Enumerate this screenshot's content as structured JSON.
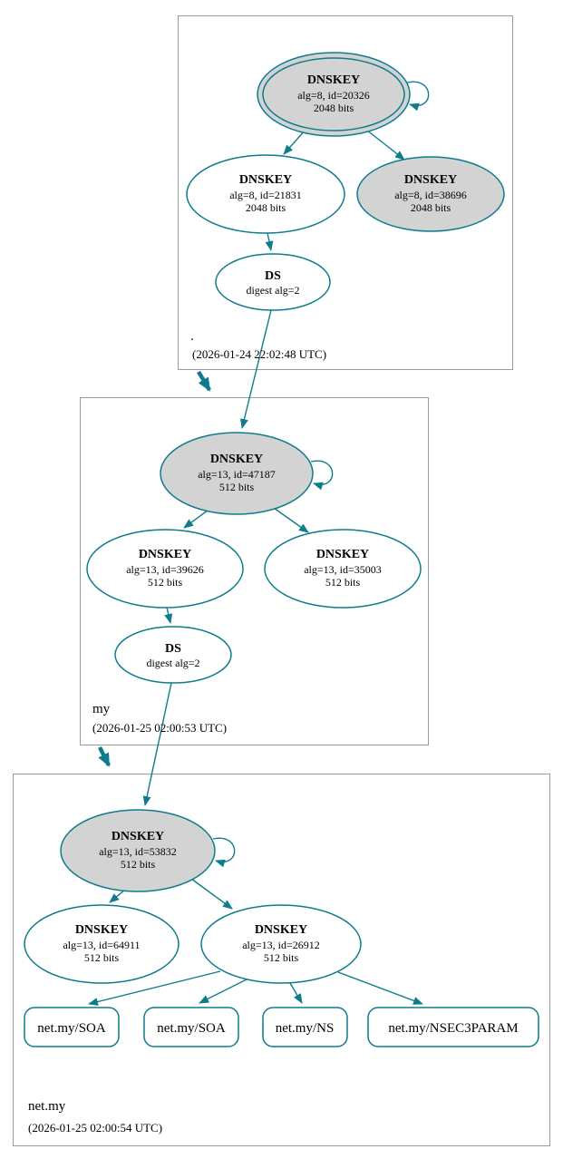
{
  "colors": {
    "teal": "#0e7c8c",
    "ksk_fill": "#d3d3d3",
    "node_fill": "#ffffff",
    "box_border": "#9a9a9a"
  },
  "zones": {
    "root": {
      "label": ".",
      "timestamp": "(2026-01-24 22:02:48 UTC)",
      "nodes": {
        "ksk": {
          "title": "DNSKEY",
          "alg": "alg=8, id=20326",
          "bits": "2048 bits"
        },
        "zsk": {
          "title": "DNSKEY",
          "alg": "alg=8, id=21831",
          "bits": "2048 bits"
        },
        "standby": {
          "title": "DNSKEY",
          "alg": "alg=8, id=38696",
          "bits": "2048 bits"
        },
        "ds": {
          "title": "DS",
          "digest": "digest alg=2"
        }
      }
    },
    "my": {
      "label": "my",
      "timestamp": "(2026-01-25 02:00:53 UTC)",
      "nodes": {
        "ksk": {
          "title": "DNSKEY",
          "alg": "alg=13, id=47187",
          "bits": "512 bits"
        },
        "zsk1": {
          "title": "DNSKEY",
          "alg": "alg=13, id=39626",
          "bits": "512 bits"
        },
        "zsk2": {
          "title": "DNSKEY",
          "alg": "alg=13, id=35003",
          "bits": "512 bits"
        },
        "ds": {
          "title": "DS",
          "digest": "digest alg=2"
        }
      }
    },
    "netmy": {
      "label": "net.my",
      "timestamp": "(2026-01-25 02:00:54 UTC)",
      "nodes": {
        "ksk": {
          "title": "DNSKEY",
          "alg": "alg=13, id=53832",
          "bits": "512 bits"
        },
        "zsk1": {
          "title": "DNSKEY",
          "alg": "alg=13, id=64911",
          "bits": "512 bits"
        },
        "zsk2": {
          "title": "DNSKEY",
          "alg": "alg=13, id=26912",
          "bits": "512 bits"
        }
      },
      "rrsets": [
        {
          "label": "net.my/SOA"
        },
        {
          "label": "net.my/SOA"
        },
        {
          "label": "net.my/NS"
        },
        {
          "label": "net.my/NSEC3PARAM"
        }
      ]
    }
  }
}
